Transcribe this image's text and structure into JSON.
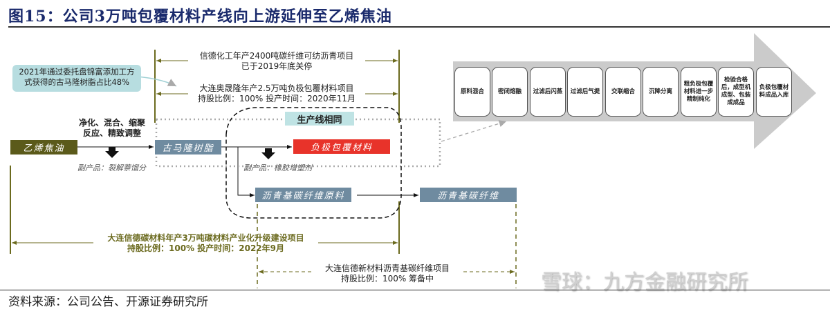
{
  "figure": {
    "title": "图15：公司3万吨包覆材料产线向上游延伸至乙烯焦油",
    "source": "资料来源：公司公告、开源证券研究所",
    "watermark": "雪球：九方金融研究所"
  },
  "nodes": {
    "ethylene_tar": "乙烯焦油",
    "coumarone_resin": "古马隆树脂",
    "anode_coating": "负极包覆材料",
    "pitch_cf_raw": "沥青基碳纤维原料",
    "pitch_cf": "沥青基碳纤维"
  },
  "process_label": [
    "净化、混合、缩聚",
    "反应、精致调整"
  ],
  "byproducts": {
    "first": "副产品：裂解萘馏分",
    "second": "副产品：橡胶增塑剂"
  },
  "same_line_label": "生产线相同",
  "note": [
    "2021年通过委托盘锦富添加工方",
    "式获得的古马隆树脂占比48%"
  ],
  "projects": [
    {
      "line1": "信德化工年产2400吨碳纤维可纺沥青项目",
      "line2": "已于2019年底关停"
    },
    {
      "line1": "大连奥晟隆年产2.5万吨负极包覆材料项目",
      "line2": "持股比例：100% 投产时间：2020年11月"
    },
    {
      "line1": "大连信德碳材料年产3万吨碳材料产业化升级建设项目",
      "line2": "持股比例：100% 投产时间：2022年9月"
    },
    {
      "line1": "大连信德新材料沥青基碳纤维项目",
      "line2": "持股比例：100%    筹备中"
    }
  ],
  "steps": [
    "原料混合",
    "密闭熔融",
    "过滤后闪蒸",
    "过滤后气提",
    "交联缩合",
    "沉降分离",
    "粗负极包覆材料进一步精制纯化",
    "检验合格后，成型机成型、包装成成品",
    "负极包覆材料成品入库"
  ],
  "colors": {
    "title": "#1a2a6c",
    "olive": "#6b6a1e",
    "resin_box": "#6f8ba0",
    "anode_box": "#e8332a",
    "note_bg": "#b7dde0",
    "arrow_gray": "#cbcbcb"
  }
}
